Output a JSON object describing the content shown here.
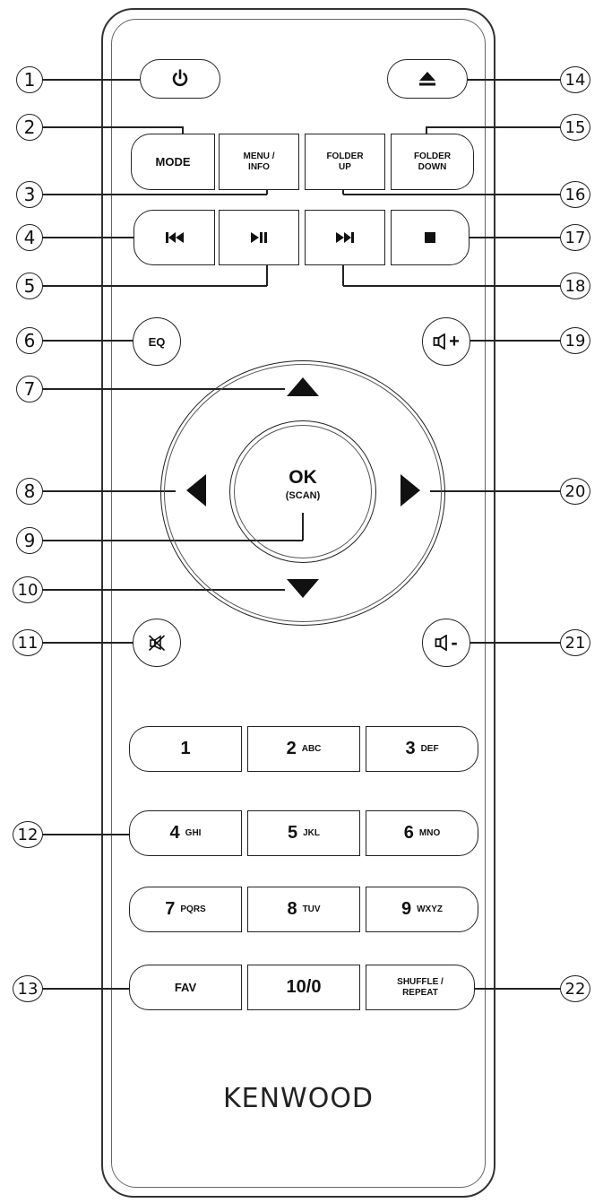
{
  "buttons": {
    "mode": "MODE",
    "menu_line1": "MENU /",
    "menu_line2": "INFO",
    "folder_up_line1": "FOLDER",
    "folder_up_line2": "UP",
    "folder_down_line1": "FOLDER",
    "folder_down_line2": "DOWN",
    "eq": "EQ",
    "ok": "OK",
    "scan": "(SCAN)",
    "fav": "FAV",
    "ten_zero": "10/0",
    "shuffle_line1": "SHUFFLE /",
    "shuffle_line2": "REPEAT",
    "vol_up_sign": "+",
    "vol_down_sign": "-",
    "keypad": [
      {
        "digit": "1",
        "letters": ""
      },
      {
        "digit": "2",
        "letters": "ABC"
      },
      {
        "digit": "3",
        "letters": "DEF"
      },
      {
        "digit": "4",
        "letters": "GHI"
      },
      {
        "digit": "5",
        "letters": "JKL"
      },
      {
        "digit": "6",
        "letters": "MNO"
      },
      {
        "digit": "7",
        "letters": "PQRS"
      },
      {
        "digit": "8",
        "letters": "TUV"
      },
      {
        "digit": "9",
        "letters": "WXYZ"
      }
    ]
  },
  "callouts": [
    "1",
    "2",
    "3",
    "4",
    "5",
    "6",
    "7",
    "8",
    "9",
    "10",
    "11",
    "12",
    "13",
    "14",
    "15",
    "16",
    "17",
    "18",
    "19",
    "20",
    "21",
    "22"
  ],
  "brand": "KENWOOD",
  "icons": {
    "power": "power-icon",
    "eject": "eject-icon",
    "prev": "skip-previous-icon",
    "play_pause": "play-pause-icon",
    "next": "skip-next-icon",
    "stop": "stop-icon",
    "mute": "mute-icon",
    "speaker": "speaker-icon"
  }
}
